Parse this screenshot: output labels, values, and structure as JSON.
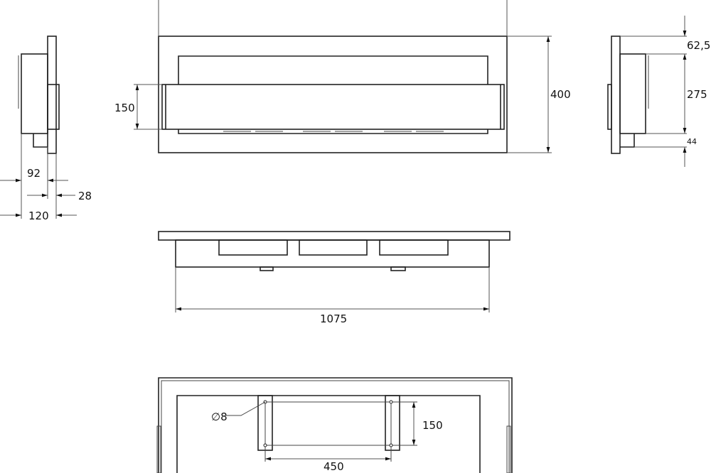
{
  "side_view_left": {
    "dim_depth_body": "92",
    "dim_plate": "28",
    "dim_total_depth": "120"
  },
  "front_view": {
    "dim_opening_height": "150",
    "dim_total_height": "400"
  },
  "side_view_right": {
    "dim_top": "62,5",
    "dim_body": "275",
    "dim_bottom": "44"
  },
  "top_view": {
    "dim_width": "1075"
  },
  "rear_view": {
    "hole_diameter": "∅8",
    "dim_hole_vertical": "150",
    "dim_hole_horizontal": "450"
  },
  "colors": {
    "line": "#222222",
    "background": "#ffffff"
  }
}
